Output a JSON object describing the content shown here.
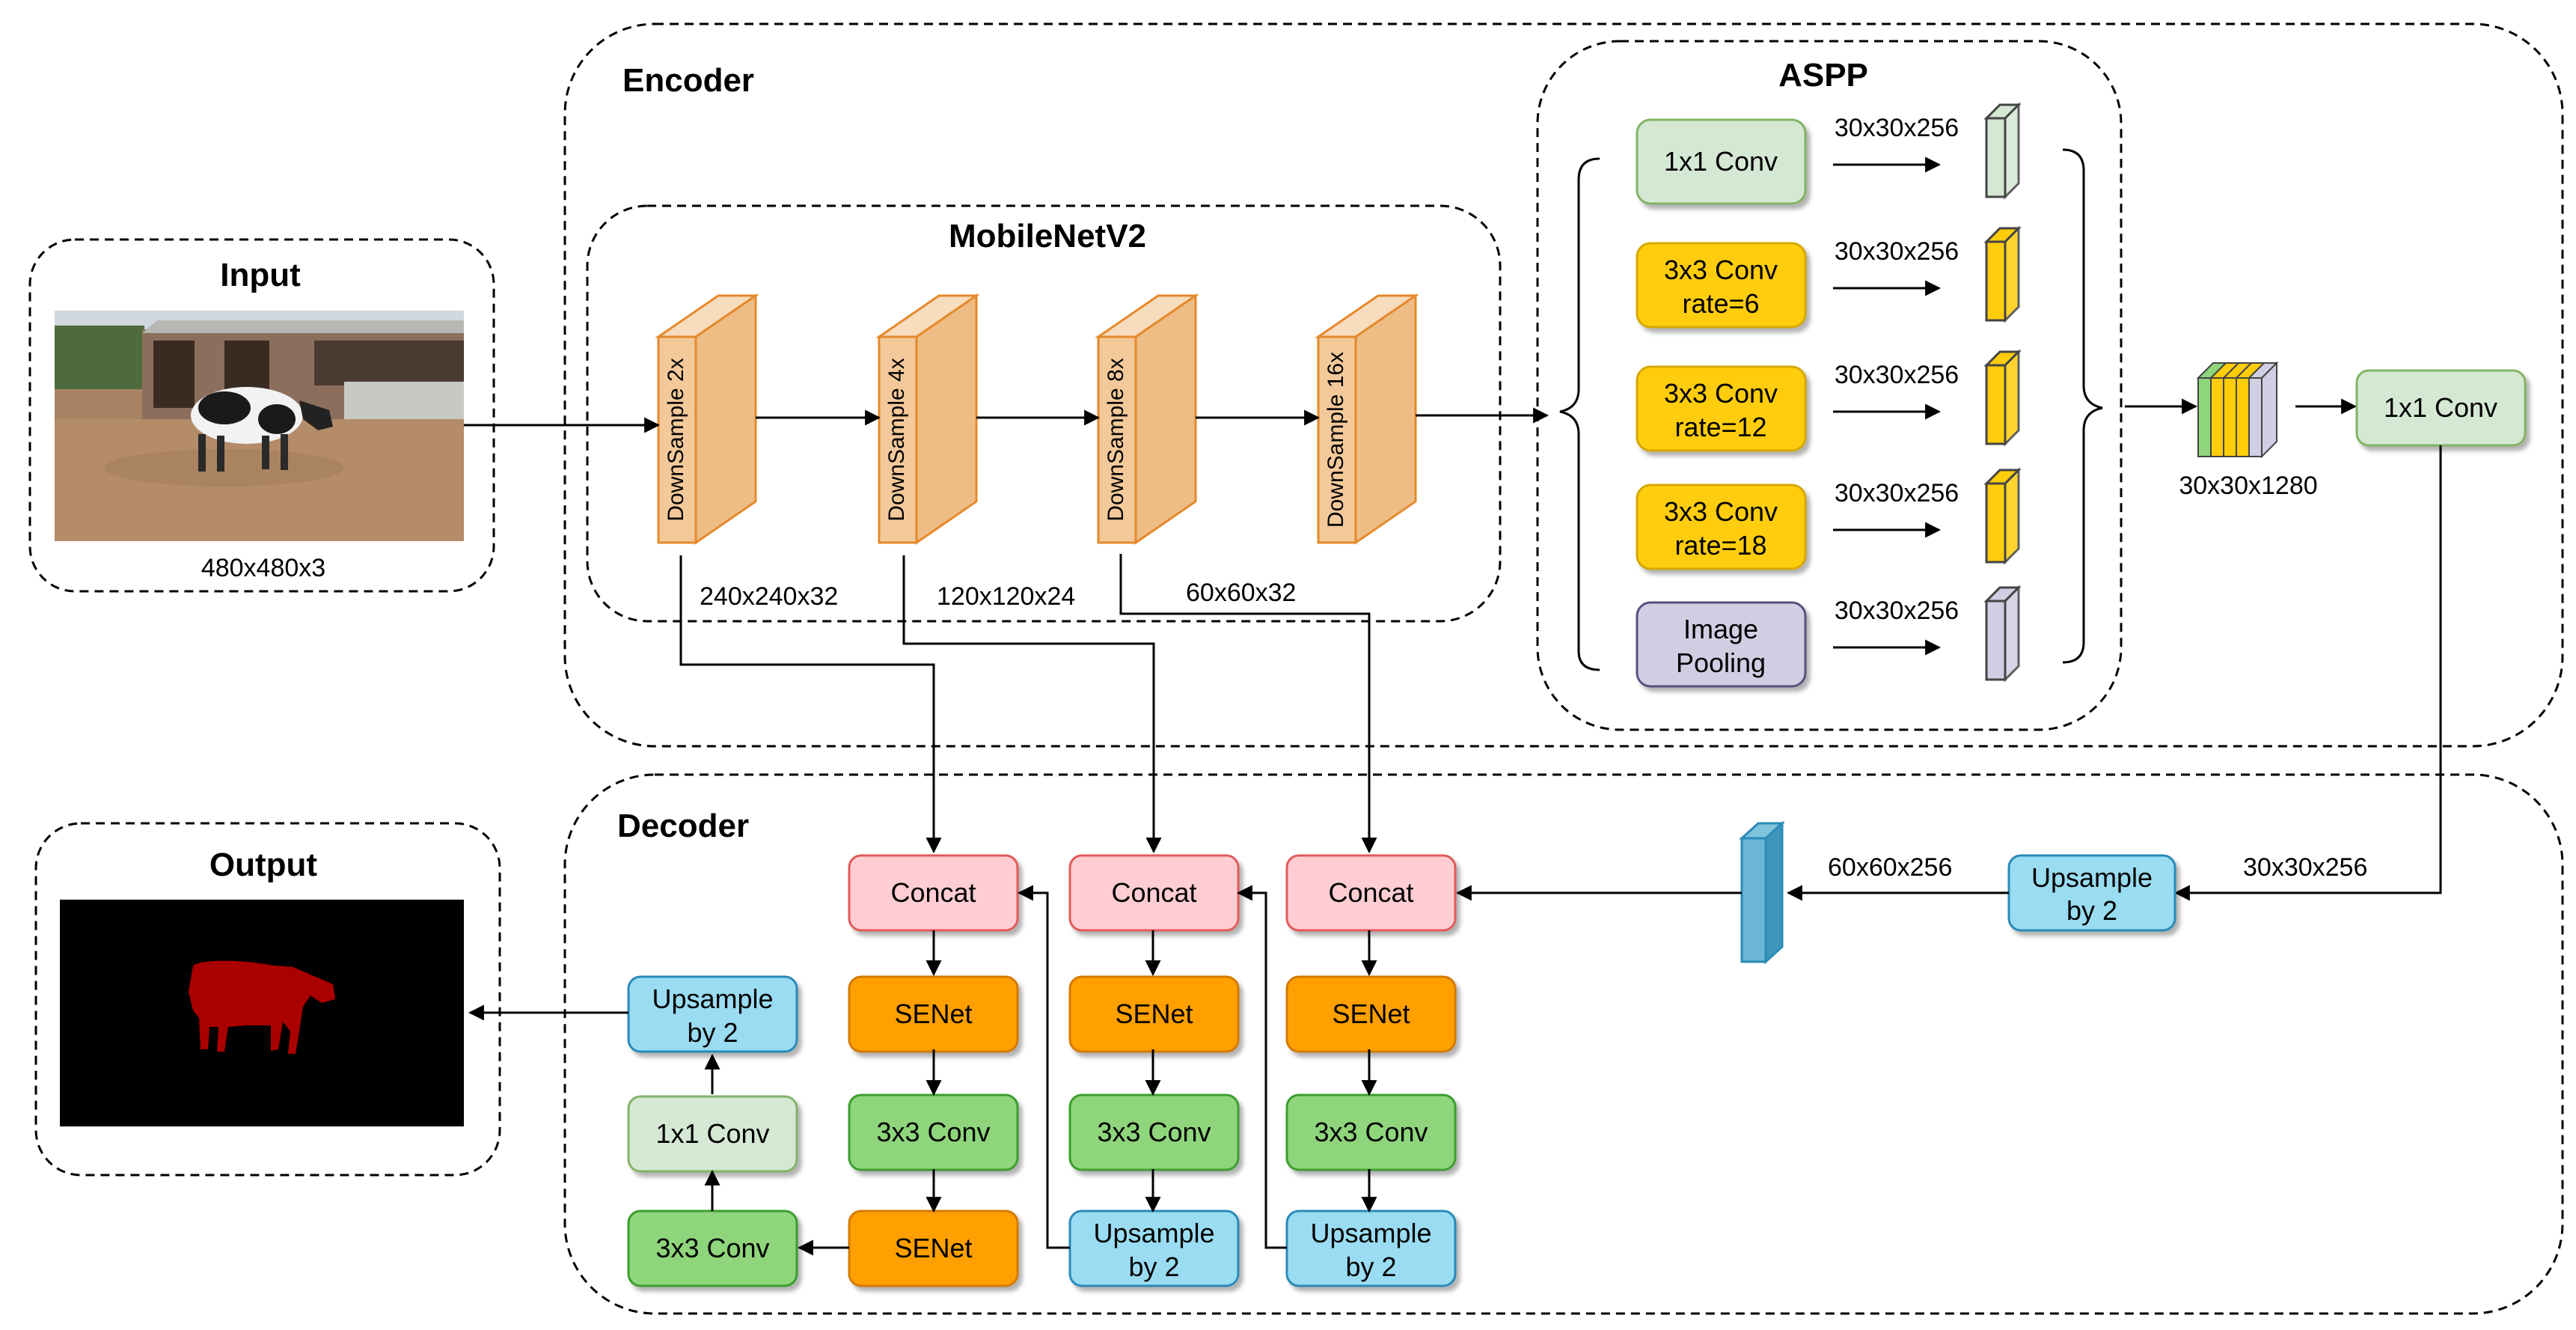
{
  "sections": {
    "input": "Input",
    "output": "Output",
    "encoder": "Encoder",
    "decoder": "Decoder",
    "mobilenet": "MobileNetV2",
    "aspp": "ASPP"
  },
  "input_size": "480x480x3",
  "downsample": [
    "DownSample 2x",
    "DownSample 4x",
    "DownSample 8x",
    "DownSample 16x"
  ],
  "skip_dims": [
    "240x240x32",
    "120x120x24",
    "60x60x32"
  ],
  "aspp_branches": [
    {
      "line1": "1x1 Conv",
      "line2": "",
      "dim": "30x30x256"
    },
    {
      "line1": "3x3 Conv",
      "line2": "rate=6",
      "dim": "30x30x256"
    },
    {
      "line1": "3x3 Conv",
      "line2": "rate=12",
      "dim": "30x30x256"
    },
    {
      "line1": "3x3 Conv",
      "line2": "rate=18",
      "dim": "30x30x256"
    },
    {
      "line1": "Image",
      "line2": "Pooling",
      "dim": "30x30x256"
    }
  ],
  "concat_dim": "30x30x1280",
  "encoder_out": "1x1 Conv",
  "decoder_dims": {
    "after_conv": "30x30x256",
    "after_upsample": "60x60x256"
  },
  "decoder_labels": {
    "concat": "Concat",
    "senet": "SENet",
    "conv3": "3x3 Conv",
    "conv1": "1x1 Conv",
    "upsample1": "Upsample",
    "upsample2": "by 2"
  },
  "colors": {
    "downsample_fill": "#f3c99a",
    "downsample_stroke": "#e5892c",
    "conv1_fill": "#d5e8d4",
    "conv1_stroke": "#82b366",
    "yellow_fill": "#ffcd0a",
    "yellow_stroke": "#d6a700",
    "pool_fill": "#d0cee2",
    "pool_stroke": "#56517e",
    "concat_fill": "#ffcdd2",
    "concat_stroke": "#e05a5a",
    "senet_fill": "#ffa000",
    "senet_stroke": "#d47a00",
    "conv3_fill": "#8fd57c",
    "conv3_stroke": "#3b9e2e",
    "upsample_fill": "#9adcf1",
    "upsample_stroke": "#2a8ab8",
    "cow_mask": "#aa0000"
  }
}
